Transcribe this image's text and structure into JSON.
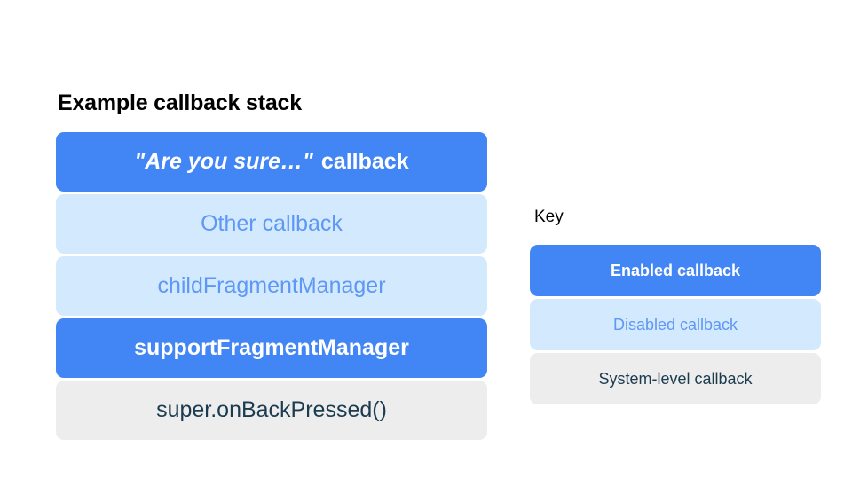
{
  "slide": {
    "background_color": "#FFFFFF"
  },
  "stack": {
    "title": "Example callback stack",
    "items": [
      {
        "label": "\"Are you sure…\" callback",
        "quoted_part": "\"Are you sure…\"",
        "plain_part": "callback",
        "state": "enabled",
        "fill_color": "#4285F4",
        "text_color": "#FFFFFF"
      },
      {
        "label": "Other callback",
        "state": "disabled",
        "fill_color": "#D3E9FD",
        "text_color": "#5E97F6"
      },
      {
        "label": "childFragmentManager",
        "state": "disabled",
        "fill_color": "#D3E9FD",
        "text_color": "#5E97F6"
      },
      {
        "label": "supportFragmentManager",
        "state": "enabled",
        "fill_color": "#4285F4",
        "text_color": "#FFFFFF"
      },
      {
        "label": "super.onBackPressed()",
        "state": "system",
        "fill_color": "#EDEDED",
        "text_color": "#1B3B4F"
      }
    ]
  },
  "key": {
    "title": "Key",
    "items": [
      {
        "label": "Enabled callback",
        "state": "enabled",
        "fill_color": "#4285F4",
        "text_color": "#FFFFFF"
      },
      {
        "label": "Disabled callback",
        "state": "disabled",
        "fill_color": "#D3E9FD",
        "text_color": "#6FA0F0"
      },
      {
        "label": "System-level callback",
        "state": "system",
        "fill_color": "#EDEDED",
        "text_color": "#1B3B4F"
      }
    ]
  }
}
